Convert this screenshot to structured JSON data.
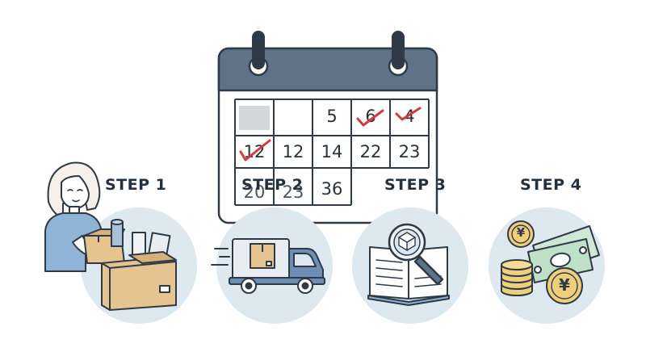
{
  "calendar": {
    "rows": [
      [
        "",
        "",
        "5",
        "6",
        "4"
      ],
      [
        "12",
        "12",
        "14",
        "22",
        "23"
      ],
      [
        "",
        "",
        "36",
        "",
        ""
      ]
    ],
    "checked": [
      "6",
      "4",
      "12"
    ],
    "partial_numbers": [
      "20",
      "23"
    ]
  },
  "steps": [
    {
      "label": "STEP 1",
      "icon": "person-with-boxes-icon"
    },
    {
      "label": "STEP 2",
      "icon": "delivery-truck-icon"
    },
    {
      "label": "STEP 3",
      "icon": "book-magnifier-icon"
    },
    {
      "label": "STEP 4",
      "icon": "yen-money-icon"
    }
  ],
  "currency_symbol": "¥",
  "colors": {
    "calendar_header": "#5f7286",
    "circle_bg": "#dde8ef",
    "check_red": "#d23b3b",
    "box_tan": "#e6c492",
    "truck_blue": "#6d8fb6",
    "coin_gold": "#f0cf7c",
    "bill_green": "#bfe0c9"
  }
}
